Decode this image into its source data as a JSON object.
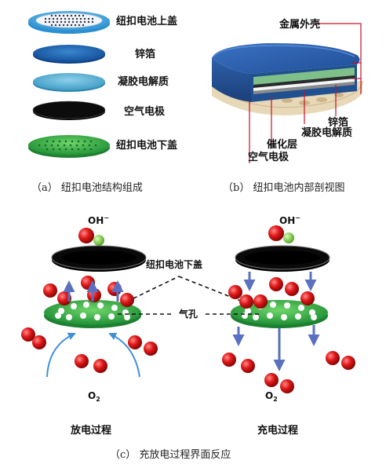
{
  "panel_a": {
    "labels": {
      "top_cover": "纽扣电池上盖",
      "zinc_foil": "锌箔",
      "gel_electrolyte": "凝胶电解质",
      "air_electrode": "空气电极",
      "bottom_cover": "纽扣电池下盖"
    },
    "caption": "（a） 纽扣电池结构组成"
  },
  "panel_b": {
    "labels": {
      "metal_shell": "金属外壳",
      "zinc_foil": "锌箔",
      "gel_electrolyte": "凝胶电解质",
      "catalyst_layer": "催化层",
      "air_electrode": "空气电极"
    },
    "caption": "（b） 纽扣电池内部剖视图"
  },
  "panel_c": {
    "labels": {
      "hydroxide_left": "OH",
      "hydroxide_right": "OH",
      "hydroxide_charge": "−",
      "bottom_cover": "纽扣电池下盖",
      "air_hole": "气孔",
      "oxygen_left": "O",
      "oxygen_right": "O",
      "oxygen_subscript": "2",
      "discharge": "放电过程",
      "charge": "充电过程"
    },
    "caption": "（c） 充放电过程界面反应"
  },
  "colors": {
    "blue_cover": "#3da0dc",
    "dark_blue_foil": "#2166b0",
    "light_blue_gel": "#5fb2d6",
    "black_electrode": "#0a0a0a",
    "green_bottom": "#3cb44a",
    "red_oxygen": "#d81e1e",
    "green_hydroxide": "#7fd04a",
    "arrow_blue": "#5b70c0",
    "label_red_line": "#c0102a"
  }
}
